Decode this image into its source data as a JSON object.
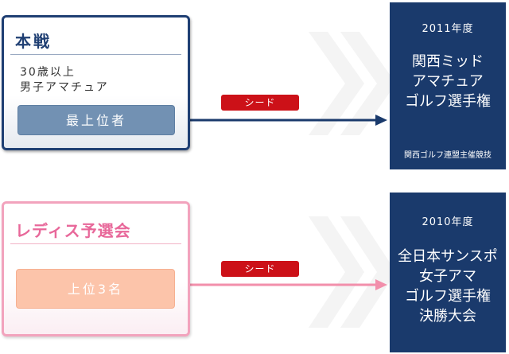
{
  "main_event": {
    "title": "本戦",
    "description_lines": [
      "30歳以上",
      "男子アマチュア"
    ],
    "qualifier": "最上位者"
  },
  "ladies_qualifier": {
    "title": "レディス予選会",
    "qualifier": "上位3名"
  },
  "connector": {
    "badge_label": "シード"
  },
  "results": [
    {
      "year": "2011年度",
      "tournament": "関西ミッド\nアマチュア\nゴルフ選手権",
      "organizer": "関西ゴルフ連盟主催競技"
    },
    {
      "year": "2010年度",
      "tournament": "全日本サンスポ\n女子アマ\nゴルフ選手権\n決勝大会"
    }
  ],
  "colors": {
    "navy": "#1a3a6c",
    "pink": "#f28fab",
    "seed_red": "#cc1118",
    "peach": "#fcc4aa",
    "steel_blue": "#7291b3"
  }
}
